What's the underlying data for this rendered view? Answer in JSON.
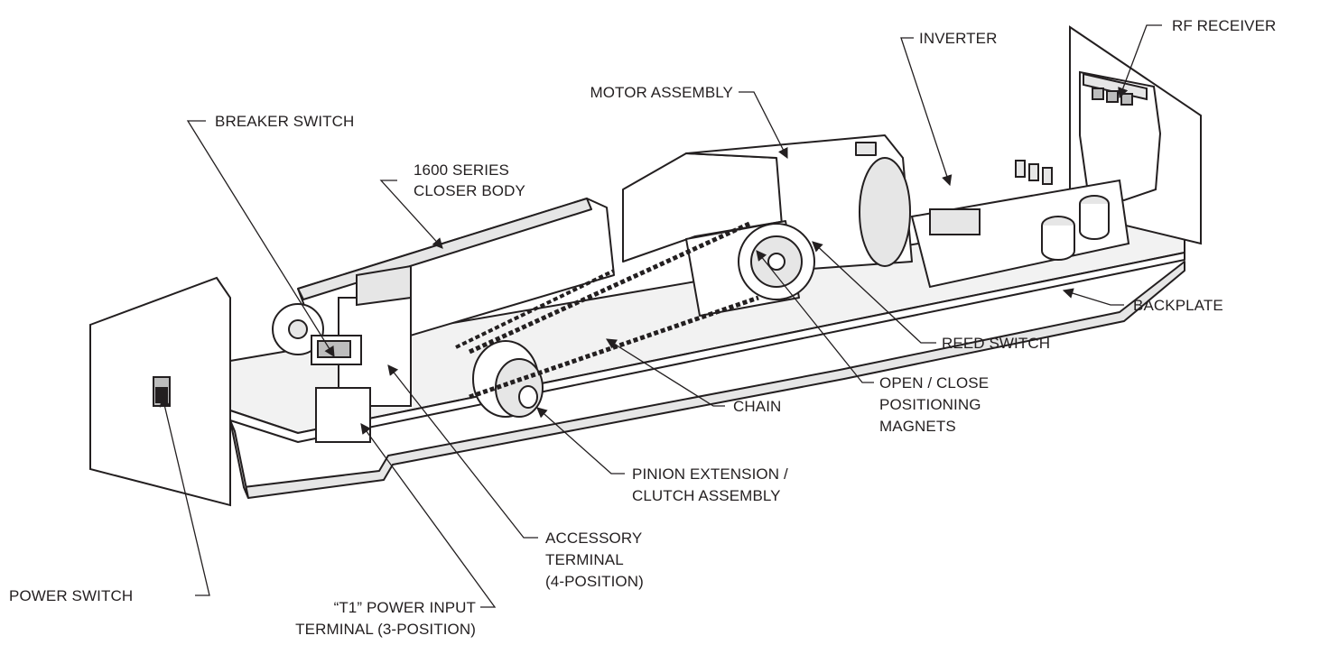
{
  "labels": {
    "rf_receiver": "RF RECEIVER",
    "inverter": "INVERTER",
    "motor_assembly": "MOTOR ASSEMBLY",
    "breaker_switch": "BREAKER SWITCH",
    "closer_body_1": "1600 SERIES",
    "closer_body_2": "CLOSER BODY",
    "backplate": "BACKPLATE",
    "reed_switch": "REED SWITCH",
    "magnets_1": "OPEN / CLOSE",
    "magnets_2": "POSITIONING",
    "magnets_3": "MAGNETS",
    "chain": "CHAIN",
    "pinion_1": "PINION EXTENSION /",
    "pinion_2": "CLUTCH ASSEMBLY",
    "accessory_1": "ACCESSORY",
    "accessory_2": "TERMINAL",
    "accessory_3": "(4-POSITION)",
    "power_switch": "POWER SWITCH",
    "t1_1": "“T1” POWER INPUT",
    "t1_2": "TERMINAL (3-POSITION)"
  },
  "colors": {
    "ink": "#231f20",
    "fill_light": "#ffffff",
    "fill_shade": "#e6e6e6",
    "fill_dark": "#bdbdbd"
  }
}
